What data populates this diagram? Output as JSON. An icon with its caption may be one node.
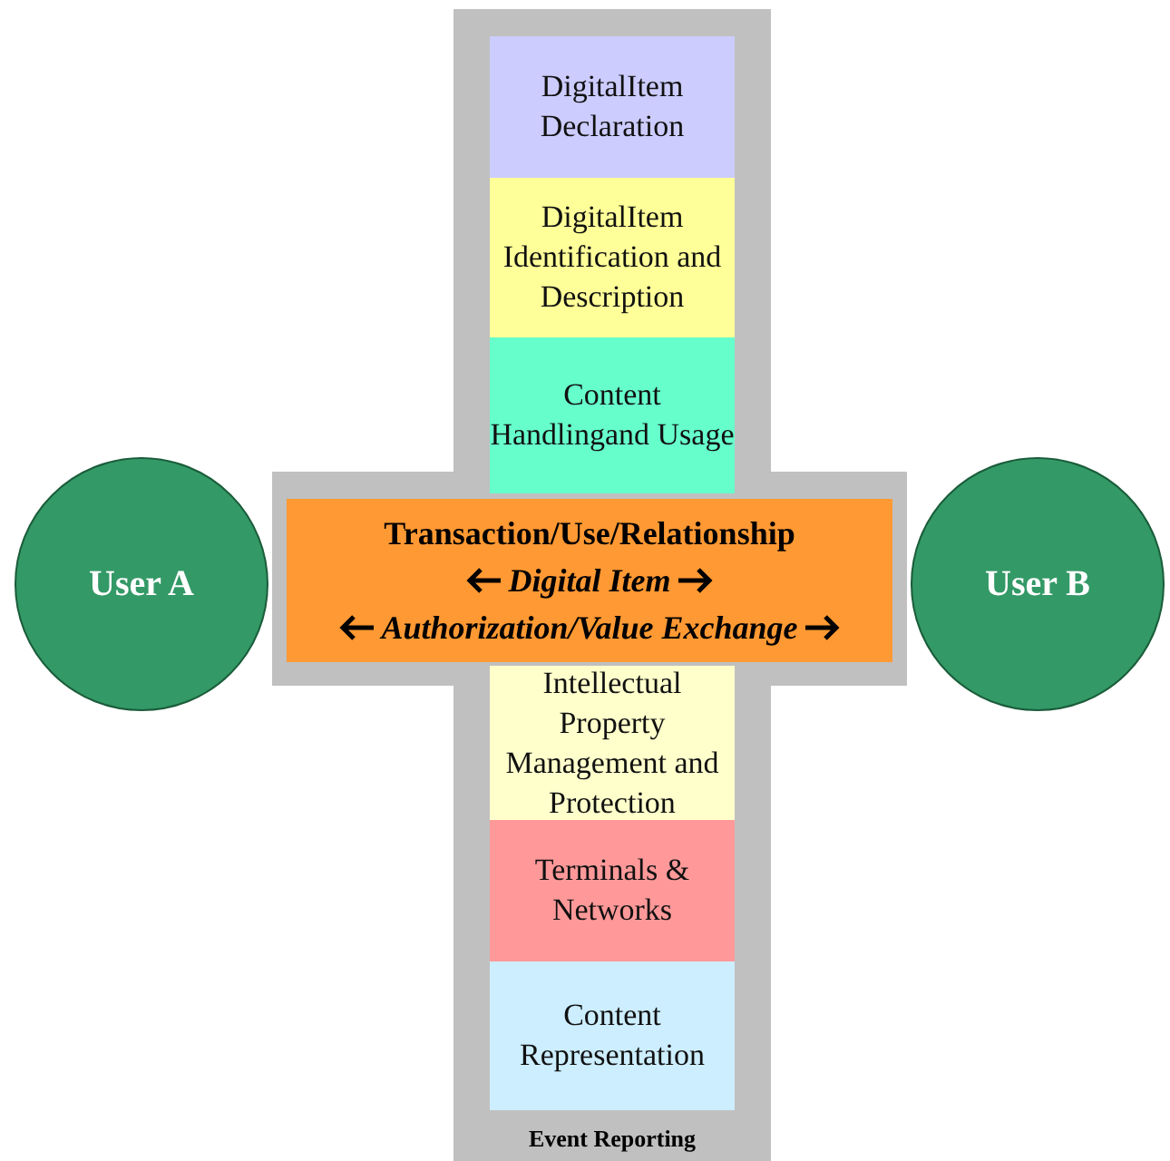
{
  "diagram": {
    "nodes": [
      {
        "text": [
          "Event Reporting"
        ]
      },
      {
        "text": [
          "DigitalItem Declaration"
        ],
        "in": 0
      },
      {
        "text": [
          "DigitalItem Identification and Description"
        ],
        "in": 0
      },
      {
        "text": [
          "Content Handlingand Usage"
        ],
        "in": 0
      },
      {
        "text": [
          "User A"
        ]
      },
      {
        "text": [
          "Transaction/Use/Relationship",
          "Digital Item",
          "Authorization/Value Exchange"
        ],
        "in": 0
      },
      {
        "text": [
          "User B"
        ]
      },
      {
        "text": [
          "Intellectual Property Management and Protection"
        ],
        "in": 0
      },
      {
        "text": [
          "Terminals & Networks"
        ],
        "in": 0
      },
      {
        "text": [
          "Content Representation"
        ],
        "in": 0
      }
    ]
  }
}
